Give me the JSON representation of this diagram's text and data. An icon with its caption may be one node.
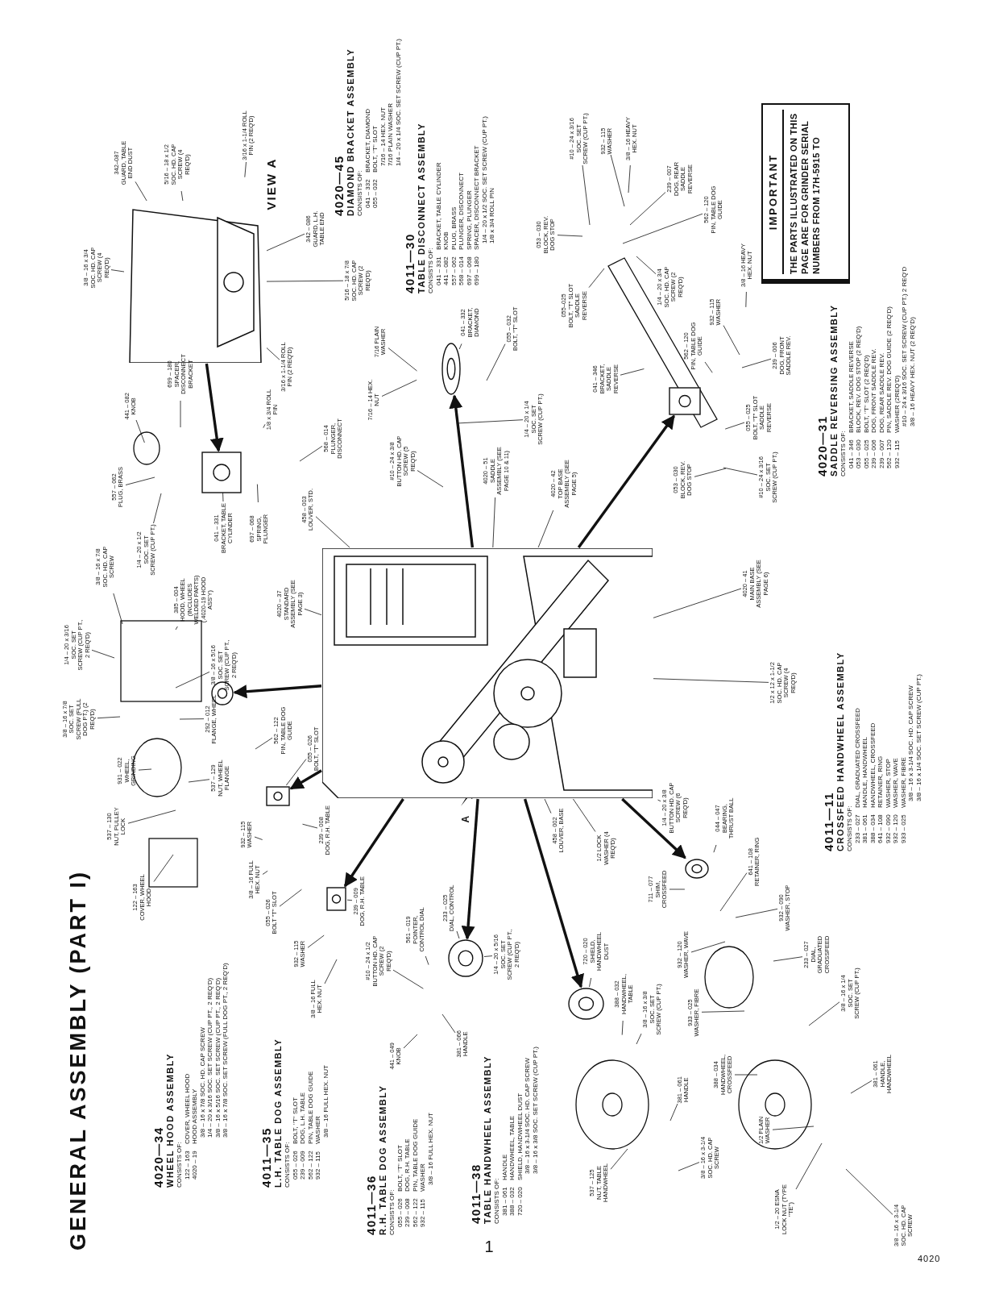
{
  "diagram": {
    "title": "GENERAL ASSEMBLY (PART I)",
    "nodes": [
      {
        "text": [],
        "shape": "picture"
      },
      {
        "text": [],
        "shape": "picture"
      },
      {
        "text": [
          "342–087",
          "GUARD, TABLE END DUST"
        ]
      },
      {
        "text": [
          "5/16 – 18 x 1/2 SOC. HD. CAP SCREW (4 REQ'D)"
        ]
      },
      {
        "text": [
          "3/16 x 1-1/4 ROLL PIN (2 REQ'D)"
        ]
      },
      {
        "text": [
          "342 – 086",
          "GUARD, L.H. TABLE END"
        ]
      },
      {
        "text": [
          "3/8 – 16 x 3/4 SOC. HD. CAP SCREW (4 REQ'D)"
        ]
      },
      {
        "text": [
          "5/16 – 18 x 7/8 SOC. HD. CAP SCREW (2 REQ'D)"
        ]
      },
      {
        "text": [
          "3/16 x 1-1/4 ROLL PIN (2 REQ'D)"
        ]
      },
      {
        "text": [
          "699 – 180",
          "SPACER, DISCONNECT BRACKET"
        ]
      },
      {
        "text": [
          "441 – 082",
          "KNOB"
        ]
      },
      {
        "text": [
          "1/8 x 3/4 ROLL PIN"
        ]
      },
      {
        "text": [
          "568 – 014",
          "PLUNGER, DISCONNECT"
        ]
      },
      {
        "text": [
          "557 – 062",
          "PLUG, BRASS"
        ]
      },
      {
        "text": [
          "041 – 331",
          "BRACKET, TABLE CYLINDER"
        ]
      },
      {
        "text": [
          "697 – 068",
          "SPRING, PLUNGER"
        ]
      },
      {
        "text": [
          "1/4 – 20 x 1/2 SOC. SET SCREW (CUP PT.)"
        ]
      },
      {
        "text": [
          "7/16 PLAIN WASHER"
        ]
      },
      {
        "text": [
          "041 – 332",
          "BRACKET, DIAMOND"
        ]
      },
      {
        "text": [
          "055 – 032",
          "BOLT, ''T'' SLOT"
        ]
      },
      {
        "text": [
          "7/16 – 14 HEX. NUT"
        ]
      },
      {
        "text": [
          "1/4 – 20 x 1/4 SOC. SET SCREW (CUP PT.)"
        ]
      },
      {
        "text": [
          "#10 – 24 x 3/8 BUTTON HD. CAP SCREW (5 REQ'D)"
        ]
      },
      {
        "text": [
          "4020 – 51",
          "SADDLE ASSEMBLY (SEE PAGE 10 & 11)"
        ]
      },
      {
        "text": [
          "458 – 003",
          "LOUVER, STD."
        ]
      },
      {
        "text": [
          "4020 – 42",
          "TOP BASE ASSEMBLY (SEE PAGE 5)"
        ]
      },
      {
        "text": [
          "3/8 – 16 x 7/8 SOC. HD. CAP SCREW"
        ]
      },
      {
        "text": [
          "385 – 004",
          "HOOD, WHEEL (INCLUDES WELDED PARTS) (.4020-19 HOOD ASS'Y)"
        ]
      },
      {
        "text": [
          "4020 – 37",
          "STANDARD ASSEMBLY (SEE PAGE 3)"
        ]
      },
      {
        "text": [
          "4020 – 41",
          "MAIN BASE ASSEMBLY (SEE PAGE 6)"
        ]
      },
      {
        "text": [
          "1/4 – 20 x 3/16 SOC. SET SCREW (CUP PT., 2 REQ'D)"
        ]
      },
      {
        "text": [
          "3/8 – 16 x 5/16 SOC. SET SCREW (CUP PT., 2 REQ'D)"
        ]
      },
      {
        "text": [
          "1/2 x 12 x 1-1/2 SOC. HD. CAP SCREW (4 REQ'D)"
        ]
      },
      {
        "text": [
          "3/8 – 16 x 7/8 SOC. SET SCREW (FULL DOG PT.) (2 REQ'D)"
        ]
      },
      {
        "text": [
          "292 – 012",
          "FLANGE, WHEEL"
        ]
      },
      {
        "text": [
          "562 – 122",
          "PIN, TABLE DOG GUIDE"
        ]
      },
      {
        "text": [
          "055 – 026",
          "BOLT, ''T'' SLOT"
        ]
      },
      {
        "text": [
          "931 – 022",
          "WHEEL, GRINDING"
        ]
      },
      {
        "text": [
          "537 – 129",
          "NUT, WHEEL FLANGE"
        ]
      },
      {
        "text": [
          "537 – 130",
          "NUT, PULLEY LOCK"
        ]
      },
      {
        "text": [
          "239 – 008",
          "DOG, R.H. TABLE"
        ]
      },
      {
        "text": [
          "932 – 115",
          "WASHER"
        ]
      },
      {
        "text": [
          "458 – 002",
          "LOUVER, BASE"
        ]
      },
      {
        "text": [
          "1/4 – 20 x 3/8 BUTTON HD. CAP SCREW (6 REQ'D)"
        ]
      },
      {
        "text": [
          "1/2 LOCK WASHER (4 REQ'D)"
        ]
      },
      {
        "text": [
          "044 – 047",
          "BEARING, THRUST BALL"
        ]
      },
      {
        "text": [
          "3/8 – 16 FULL HEX. NUT"
        ]
      },
      {
        "text": [
          "122 – 163",
          "COVER, WHEEL HOOD"
        ]
      },
      {
        "text": [
          "055 – 026",
          "BOLT ''T'' SLOT"
        ]
      },
      {
        "text": [
          "239 – 009",
          "DOG, R.H. TABLE"
        ]
      },
      {
        "text": [
          "641 – 108",
          "RETAINER, RING"
        ]
      },
      {
        "text": [
          "711 – 077",
          "SHIM, CROSSFEED"
        ]
      },
      {
        "text": [
          "932 – 090",
          "WASHER, STOP"
        ]
      },
      {
        "text": [
          "561 – 019",
          "POINTER, CONTROL DIAL"
        ]
      },
      {
        "text": [
          "233 – 025",
          "DIAL, CONTROL"
        ]
      },
      {
        "text": [
          "#10 – 24 x 1/2 BUTTON HD. CAP SCREW (2 REQ'D)"
        ]
      },
      {
        "text": [
          "932 – 115",
          "WASHER"
        ]
      },
      {
        "text": [
          "1/4 – 20 x 5/16 SOC. SET SCREW (CUP PT., 2 REQ'D)"
        ]
      },
      {
        "text": [
          "720 – 020",
          "SHIELD, HANDWHEEL DUST"
        ]
      },
      {
        "text": [
          "932 – 120",
          "WASHER, WAVE"
        ]
      },
      {
        "text": [
          "233 – 027",
          "DIAL, GRADUATED CROSSFEED"
        ]
      },
      {
        "text": [
          "3/8 – 16 x 3/8 SOC. SET SCREW (CUP PT.)"
        ]
      },
      {
        "text": [
          "388 – 032",
          "HANDWHEEL, TABLE"
        ]
      },
      {
        "text": [
          "933 – 025",
          "WASHER, FIBRE"
        ]
      },
      {
        "text": [
          "3/8 – 16 x 1/4 SOC. SET SCREW (CUP PT.)"
        ]
      },
      {
        "text": [
          "3/8 – 16 FULL HEX. NUT"
        ]
      },
      {
        "text": [
          "441 – 049",
          "KNOB"
        ]
      },
      {
        "text": [
          "381 – 066",
          "HANDLE"
        ]
      },
      {
        "text": [
          "381 – 061",
          "HANDLE"
        ]
      },
      {
        "text": [
          "388 – 034",
          "HANDWHEEL, CROSSFEED"
        ]
      },
      {
        "text": [
          "381 – 061",
          "HANDLE, HANDWHEEL"
        ]
      },
      {
        "text": [
          "1/2 PLAIN WASHER"
        ]
      },
      {
        "text": [
          "537 – 125",
          "NUT, TABLE HANDWHEEL"
        ]
      },
      {
        "text": [
          "3/8 – 16 x 3-1/4 SOC. HD. CAP SCREW"
        ]
      },
      {
        "text": [
          "1/2 – 20 ESNA LOCK NUT (TYPE ''TE'')"
        ]
      },
      {
        "text": [
          "3/8 – 16 x 3-1/4 SOC. HD. CAP SCREW"
        ]
      },
      {
        "text": [
          "#10 – 24 x 3/16 SOC. SET SCREW (CUP PT.)"
        ]
      },
      {
        "text": [
          "932 – 115",
          "WASHER"
        ]
      },
      {
        "text": [
          "3/8 – 16 HEAVY HEX. NUT"
        ]
      },
      {
        "text": [
          "239 – 007",
          "DOG, REAR SADDLE REVERSE"
        ]
      },
      {
        "text": [
          "562 – 120",
          "PIN, TABLE DOG GUIDE"
        ]
      },
      {
        "text": [
          "053 – 030",
          "BLOCK, REV. DOG STOP"
        ]
      },
      {
        "text": [
          "055–025",
          "BOLT, ''T'' SLOT SADDLE REVERSE"
        ]
      },
      {
        "text": [
          "1/4 – 20 x 3/4 SOC. HD. CAP SCREW (2 REQ'D)"
        ]
      },
      {
        "text": [
          "3/8 – 16 HEAVY HEX. NUT"
        ]
      },
      {
        "text": [
          "932 – 115",
          "WASHER"
        ]
      },
      {
        "text": [
          "562 – 120",
          "PIN, TABLE DOG GUIDE"
        ]
      },
      {
        "text": [
          "239 – 006",
          "DOG, FRONT SADDLE REV."
        ]
      },
      {
        "text": [
          "041 – 346",
          "BRACKET, SADDLE REVERSE"
        ]
      },
      {
        "text": [
          "055 – 025",
          "BOLT, ''T'' SLOT SADDLE REVERSE"
        ]
      },
      {
        "text": [
          "053 – 030",
          "BLOCK, REV. DOG STOP"
        ]
      },
      {
        "text": [
          "#10 – 24 x 3/16 SOC. SET SCREW (CUP PT.)"
        ]
      },
      {
        "text": [
          "IMPORTANT",
          "THE PARTS ILLUSTRATED ON THIS PAGE ARE FOR GRINDER SERIAL NUMBERS FROM 17H-5915 TO"
        ]
      },
      {
        "text": [],
        "shape": "picture"
      },
      {
        "text": [],
        "shape": "picture"
      },
      {
        "text": [],
        "shape": "picture"
      },
      {
        "text": [],
        "shape": "picture"
      },
      {
        "text": [],
        "shape": "picture"
      },
      {
        "text": [],
        "shape": "picture"
      },
      {
        "text": [],
        "shape": "picture"
      },
      {
        "text": [],
        "shape": "picture"
      },
      {
        "text": [],
        "shape": "picture"
      }
    ],
    "edges": [
      {
        "from": 2,
        "to": 1,
        "arrow": "none"
      },
      {
        "from": 3,
        "to": 1,
        "arrow": "none"
      },
      {
        "from": 4,
        "to": null,
        "arrow": "none"
      },
      {
        "from": 5,
        "to": 1,
        "arrow": "none"
      },
      {
        "from": 6,
        "to": 1,
        "arrow": "none"
      },
      {
        "from": 7,
        "to": 1,
        "arrow": "none"
      },
      {
        "from": 8,
        "to": 1,
        "arrow": "none"
      },
      {
        "from": 9,
        "to": null,
        "arrow": "none"
      },
      {
        "from": 10,
        "to": null,
        "arrow": "none"
      },
      {
        "from": 11,
        "to": null,
        "arrow": "none"
      },
      {
        "from": 12,
        "to": null,
        "arrow": "none"
      },
      {
        "from": 13,
        "to": null,
        "arrow": "none"
      },
      {
        "from": 14,
        "to": null,
        "arrow": "none"
      },
      {
        "from": 15,
        "to": null,
        "arrow": "none"
      },
      {
        "from": 16,
        "to": null,
        "arrow": "none"
      },
      {
        "from": 17,
        "to": null,
        "arrow": "none"
      },
      {
        "from": 18,
        "to": 94,
        "arrow": "none"
      },
      {
        "from": 19,
        "to": null,
        "arrow": "none"
      },
      {
        "from": 20,
        "to": null,
        "arrow": "none"
      },
      {
        "from": 21,
        "to": null,
        "arrow": "none"
      },
      {
        "from": 22,
        "to": null,
        "arrow": "none"
      },
      {
        "from": 23,
        "to": 0,
        "arrow": "none"
      },
      {
        "from": 24,
        "to": 0,
        "arrow": "none"
      },
      {
        "from": 25,
        "to": 0,
        "arrow": "none"
      },
      {
        "from": 26,
        "to": null,
        "arrow": "none"
      },
      {
        "from": 27,
        "to": null,
        "arrow": "none"
      },
      {
        "from": 28,
        "to": 0,
        "arrow": "none"
      },
      {
        "from": 29,
        "to": 0,
        "arrow": "none"
      },
      {
        "from": 30,
        "to": null,
        "arrow": "none"
      },
      {
        "from": 31,
        "to": null,
        "arrow": "none"
      },
      {
        "from": 32,
        "to": 0,
        "arrow": "none"
      },
      {
        "from": 33,
        "to": null,
        "arrow": "none"
      },
      {
        "from": 34,
        "to": null,
        "arrow": "none"
      },
      {
        "from": 35,
        "to": null,
        "arrow": "none"
      },
      {
        "from": 36,
        "to": 97,
        "arrow": "none"
      },
      {
        "from": 37,
        "to": null,
        "arrow": "none"
      },
      {
        "from": 38,
        "to": null,
        "arrow": "none"
      },
      {
        "from": 39,
        "to": null,
        "arrow": "none"
      },
      {
        "from": 40,
        "to": null,
        "arrow": "none"
      },
      {
        "from": 41,
        "to": null,
        "arrow": "none"
      },
      {
        "from": 42,
        "to": 0,
        "arrow": "none"
      },
      {
        "from": 43,
        "to": null,
        "arrow": "none"
      },
      {
        "from": 44,
        "to": 0,
        "arrow": "none"
      },
      {
        "from": 45,
        "to": null,
        "arrow": "none"
      },
      {
        "from": 46,
        "to": null,
        "arrow": "none"
      },
      {
        "from": 47,
        "to": null,
        "arrow": "none"
      },
      {
        "from": 48,
        "to": null,
        "arrow": "none"
      },
      {
        "from": 49,
        "to": 98,
        "arrow": "none"
      },
      {
        "from": 50,
        "to": null,
        "arrow": "none"
      },
      {
        "from": 51,
        "to": null,
        "arrow": "none"
      },
      {
        "from": 52,
        "to": null,
        "arrow": "none"
      },
      {
        "from": 53,
        "to": null,
        "arrow": "none"
      },
      {
        "from": 54,
        "to": 99,
        "arrow": "none"
      },
      {
        "from": 55,
        "to": null,
        "arrow": "none"
      },
      {
        "from": 56,
        "to": null,
        "arrow": "none"
      },
      {
        "from": 57,
        "to": 99,
        "arrow": "none"
      },
      {
        "from": 58,
        "to": 100,
        "arrow": "none"
      },
      {
        "from": 59,
        "to": null,
        "arrow": "none"
      },
      {
        "from": 60,
        "to": null,
        "arrow": "none"
      },
      {
        "from": 61,
        "to": null,
        "arrow": "none"
      },
      {
        "from": 62,
        "to": null,
        "arrow": "none"
      },
      {
        "from": 63,
        "to": null,
        "arrow": "none"
      },
      {
        "from": 64,
        "to": null,
        "arrow": "none"
      },
      {
        "from": 65,
        "to": null,
        "arrow": "none"
      },
      {
        "from": 66,
        "to": null,
        "arrow": "none"
      },
      {
        "from": 67,
        "to": null,
        "arrow": "none"
      },
      {
        "from": 68,
        "to": null,
        "arrow": "none"
      },
      {
        "from": 69,
        "to": null,
        "arrow": "none"
      },
      {
        "from": 70,
        "to": null,
        "arrow": "none"
      },
      {
        "from": 71,
        "to": null,
        "arrow": "none"
      },
      {
        "from": 72,
        "to": null,
        "arrow": "none"
      },
      {
        "from": 73,
        "to": null,
        "arrow": "none"
      },
      {
        "from": 74,
        "to": null,
        "arrow": "none"
      },
      {
        "from": 75,
        "to": null,
        "arrow": "none"
      },
      {
        "from": 76,
        "to": null,
        "arrow": "none"
      },
      {
        "from": 77,
        "to": null,
        "arrow": "none"
      },
      {
        "from": 78,
        "to": null,
        "arrow": "none"
      },
      {
        "from": 79,
        "to": null,
        "arrow": "none"
      },
      {
        "from": 80,
        "to": null,
        "arrow": "none"
      },
      {
        "from": 81,
        "to": null,
        "arrow": "none"
      },
      {
        "from": 82,
        "to": null,
        "arrow": "none"
      },
      {
        "from": 83,
        "to": null,
        "arrow": "none"
      },
      {
        "from": 84,
        "to": null,
        "arrow": "none"
      },
      {
        "from": 85,
        "to": null,
        "arrow": "none"
      },
      {
        "from": 86,
        "to": null,
        "arrow": "none"
      },
      {
        "from": 87,
        "to": null,
        "arrow": "none"
      },
      {
        "from": 88,
        "to": null,
        "arrow": "none"
      },
      {
        "from": 89,
        "to": null,
        "arrow": "none"
      },
      {
        "from": 90,
        "to": null,
        "arrow": "none"
      },
      {
        "from": 91,
        "to": null,
        "arrow": "none"
      },
      {
        "from": 1,
        "to": 93,
        "arrow": "to",
        "style": "thick"
      },
      {
        "from": 0,
        "to": 94,
        "arrow": "to",
        "style": "thick"
      },
      {
        "from": 0,
        "to": 95,
        "arrow": "to",
        "style": "thick"
      },
      {
        "from": 0,
        "to": 96,
        "arrow": "to",
        "style": "thick"
      },
      {
        "from": 0,
        "to": 97,
        "arrow": "to",
        "style": "thick"
      },
      {
        "from": 0,
        "to": 98,
        "arrow": "to",
        "style": "thick"
      },
      {
        "from": 0,
        "to": 99,
        "arrow": "to",
        "style": "thick"
      },
      {
        "from": 0,
        "to": 100,
        "arrow": "to",
        "style": "thick"
      },
      {
        "from": 0,
        "to": 101,
        "arrow": "to",
        "style": "thick"
      }
    ],
    "labels": [
      "4020—34",
      "WHEEL HOOD ASSEMBLY",
      "CONSISTS OF:",
      "122 – 163",
      "COVER, WHEEL HOOD",
      "4020 – 19",
      "HOOD ASSEMBLY",
      "3/8 – 16 x 7/8 SOC. HD. CAP SCREW",
      "1/4 – 20 x 3/16 SOC. SET SCREW (CUP PT., 2 REQ'D)",
      "3/8 – 16 x 5/16 SOC. SET SCREW (CUP PT., 2 REQ'D)",
      "3/8 – 16 x 7/8 SOC. SET SCREW (FULL DOG PT., 2 REQ'D)",
      "4011—35",
      "L.H. TABLE DOG ASSEMBLY",
      "CONSISTS OF:",
      "055 – 026",
      "BOLT, ''T'' SLOT",
      "239 – 009",
      "DOG, L.H. TABLE",
      "562 – 122",
      "PIN, TABLE DOG GUIDE",
      "932 – 115",
      "WASHER",
      "3/8 – 16 FULL HEX. NUT",
      "4011—36",
      "R.H. TABLE DOG ASSEMBLY",
      "CONSISTS OF:",
      "055 – 026",
      "BOLT, ''T'' SLOT",
      "239 – 008",
      "DOG, R.H. TABLE",
      "562 – 122",
      "PIN, TABLE DOG GUIDE",
      "932 – 115",
      "WASHER",
      "3/8 – 16 FULL HEX. NUT",
      "4011—38",
      "TABLE HANDWHEEL ASSEMBLY",
      "CONSISTS OF:",
      "381 – 061",
      "HANDLE",
      "388 – 032",
      "HANDWHEEL, TABLE",
      "720 – 020",
      "SHIELD, HANDWHEEL DUST",
      "3/8 – 16 x 3-1/4 SOC. HD. CAP SCREW",
      "3/8 – 16 x 3/8 SOC. SET SCREW (CUP PT.)",
      "VIEW A",
      "4020—45",
      "DIAMOND BRACKET ASSEMBLY",
      "CONSISTS OF:",
      "041 – 332",
      "BRACKET, DIAMOND",
      "055 – 032",
      "BOLT, ''T'' SLOT",
      "7/16 – 14 HEX. NUT",
      "7/16 PLAIN WASHER",
      "1/4 – 20 x 1/4 SOC. SET SCREW (CUP PT.)",
      "4011—30",
      "TABLE DISCONNECT ASSEMBLY",
      "CONSISTS OF:",
      "041 – 331",
      "BRACKET, TABLE CYLINDER",
      "441 – 082",
      "KNOB",
      "557 – 062",
      "PLUG, BRASS",
      "568 – 014",
      "PLUNGER, DISCONNECT",
      "697 – 068",
      "SPRING, PLUNGER",
      "699 – 180",
      "SPACER, DISCONNECT BRACKET",
      "1/4 – 20 x 1/2 SOC. SET SCREW (CUP PT.)",
      "1/8 x 3/4 ROLL PIN",
      "4020—31",
      "SADDLE REVERSING ASSEMBLY",
      "CONSISTS OF:",
      "041 – 346",
      "BRACKET, SADDLE REVERSE",
      "053 – 030",
      "BLOCK, REV. DOG STOP (2 REQ'D)",
      "055 – 025",
      "BOLT, ''T'' SLOT (2 REQ'D)",
      "239 – 006",
      "DOG, FRONT SADDLE REV.",
      "239 – 007",
      "DOG, REAR SADDLE REV.",
      "562 – 120",
      "PIN, SADDLE REV. DOG GUIDE (2 REQ'D)",
      "932 – 115",
      "WASHER (2REQ'D)",
      "#10 – 24 x 3/16 SOC. SET SCREW (CUP PT.) 2 REQ'D",
      "3/8 – 16 HEAVY HEX. NUT (2 REQ'D)",
      "4011—11",
      "CROSSFEED HANDWHEEL ASSEMBLY",
      "CONSISTS OF:",
      "233 – 027",
      "DIAL, GRADUATED CROSSFEED",
      "381 – 061",
      "HANDLE, HANDWHEEL",
      "388 – 034",
      "HANDWHEEL, CROSSFEED",
      "641 – 108",
      "RETAINER, RING",
      "932 – 090",
      "WASHER, STOP",
      "932 – 120",
      "WASHER, WAVE",
      "933 – 025",
      "WASHER, FIBRE",
      "3/8 – 16 x 3-1/4 SOC. HD. CAP SCREW",
      "3/8 – 16 x 1/4 SOC. SET SCREW (CUP PT.)",
      "A",
      "1",
      "4020"
    ]
  }
}
